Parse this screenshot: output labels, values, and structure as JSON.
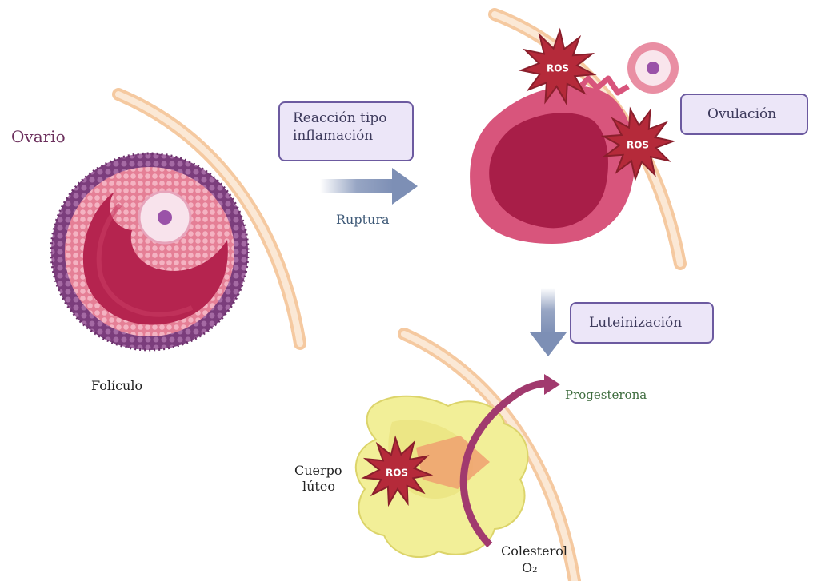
{
  "labels": {
    "ovary": "Ovario",
    "follicle": "Folículo",
    "inflammation_line1": "Reacción tipo",
    "inflammation_line2": "inflamación",
    "rupture": "Ruptura",
    "ovulation": "Ovulación",
    "luteinization": "Luteinización",
    "progesterone": "Progesterona",
    "corpus_line1": "Cuerpo",
    "corpus_line2": "lúteo",
    "cholesterol": "Colesterol",
    "oxygen": "O₂"
  },
  "ros_label": "ROS",
  "colors": {
    "ovary_wall": "#f7d9b8",
    "follicle_outer": "#8a4a85",
    "follicle_granulosa": "#e88aa0",
    "antrum": "#b5244f",
    "oocyte_nucleus": "#9a52a8",
    "ros_star": "#b52a3a",
    "arrow": "#7d8fb5",
    "box_fill": "#ece6f8",
    "box_border": "#6c5aa0",
    "corpus_luteum": "#f2ef98",
    "progesterone_arc": "#a13a6e",
    "ovary_text": "#6b2f5c",
    "rupture_text": "#3f5a78",
    "progesterone_text": "#3d6b3d"
  }
}
